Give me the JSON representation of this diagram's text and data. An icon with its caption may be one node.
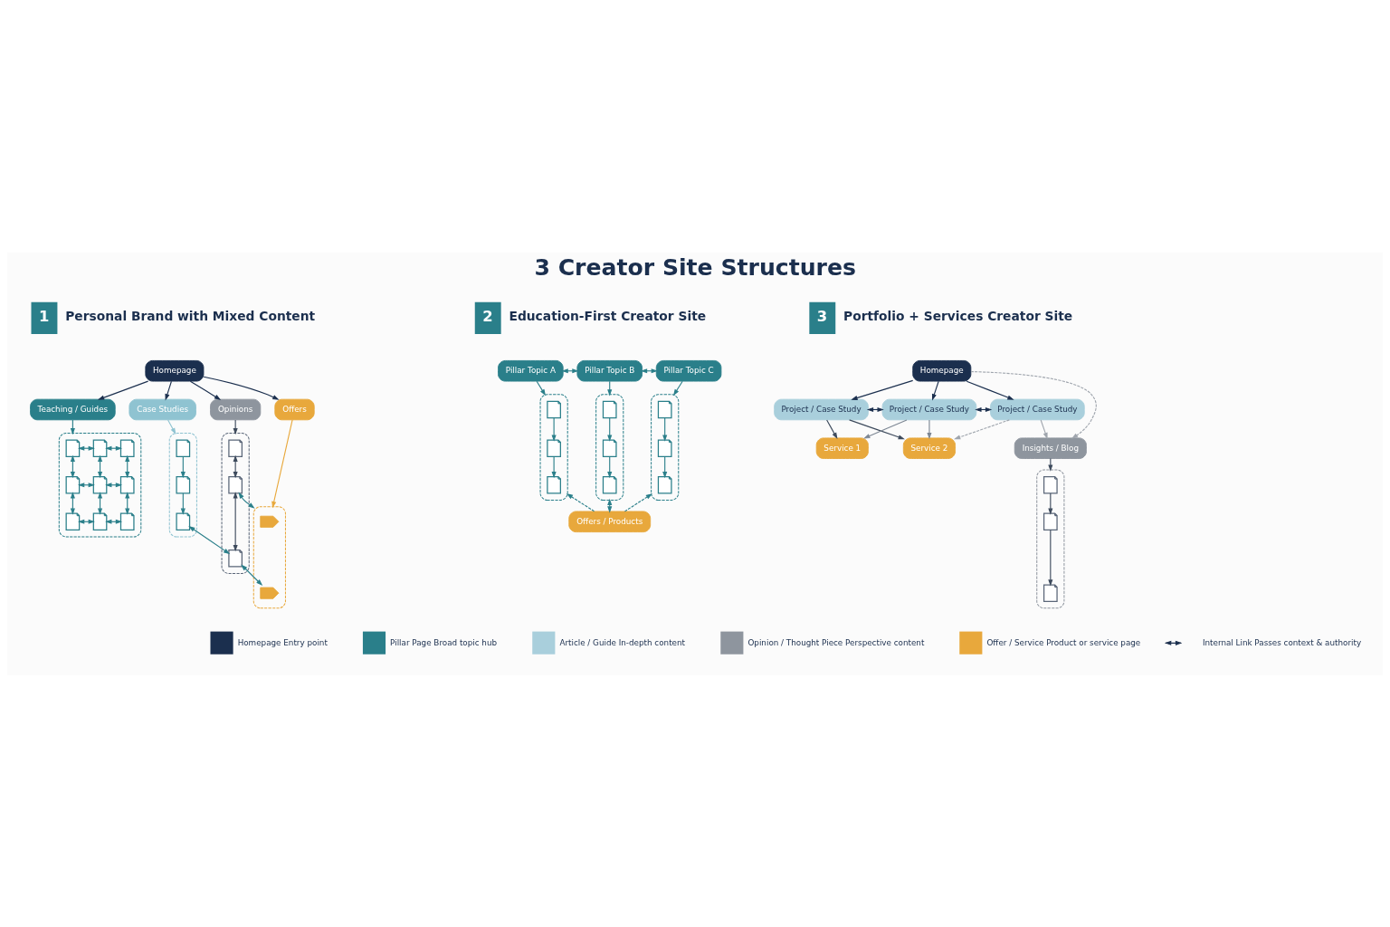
{
  "diagram": {
    "title": "3 Creator Site Structures",
    "nodes": [
      {
        "text": [
          "1"
        ],
        "beside": [
          "Personal Brand with Mixed Content"
        ]
      },
      {
        "text": [
          "Homepage"
        ]
      },
      {
        "text": [
          "Teaching / Guides"
        ]
      },
      {
        "text": [
          "Case Studies"
        ]
      },
      {
        "text": [
          "Opinions"
        ]
      },
      {
        "text": [
          "Offers"
        ]
      },
      {
        "text": [],
        "shape": "box"
      },
      {
        "text": [],
        "shape": "document",
        "in": 6
      },
      {
        "text": [],
        "shape": "document",
        "in": 6
      },
      {
        "text": [],
        "shape": "document",
        "in": 6
      },
      {
        "text": [],
        "shape": "document",
        "in": 6
      },
      {
        "text": [],
        "shape": "document",
        "in": 6
      },
      {
        "text": [],
        "shape": "document",
        "in": 6
      },
      {
        "text": [],
        "shape": "document",
        "in": 6
      },
      {
        "text": [],
        "shape": "document",
        "in": 6
      },
      {
        "text": [],
        "shape": "document",
        "in": 6
      },
      {
        "text": [],
        "shape": "box"
      },
      {
        "text": [],
        "shape": "document",
        "in": 16
      },
      {
        "text": [],
        "shape": "document",
        "in": 16
      },
      {
        "text": [],
        "shape": "document",
        "in": 16
      },
      {
        "text": [],
        "shape": "box"
      },
      {
        "text": [],
        "shape": "document",
        "in": 20
      },
      {
        "text": [],
        "shape": "document",
        "in": 20
      },
      {
        "text": [],
        "shape": "document",
        "in": 20
      },
      {
        "text": [],
        "shape": "box"
      },
      {
        "text": [],
        "shape": "tag",
        "in": 24
      },
      {
        "text": [],
        "shape": "tag",
        "in": 24
      },
      {
        "text": [
          "2"
        ],
        "beside": [
          "Education-First Creator Site"
        ]
      },
      {
        "text": [
          "Pillar Topic A"
        ]
      },
      {
        "text": [
          "Pillar Topic B"
        ]
      },
      {
        "text": [
          "Pillar Topic C"
        ]
      },
      {
        "text": [],
        "shape": "box"
      },
      {
        "text": [],
        "shape": "document",
        "in": 31
      },
      {
        "text": [],
        "shape": "document",
        "in": 31
      },
      {
        "text": [],
        "shape": "document",
        "in": 31
      },
      {
        "text": [],
        "shape": "box"
      },
      {
        "text": [],
        "shape": "document",
        "in": 35
      },
      {
        "text": [],
        "shape": "document",
        "in": 35
      },
      {
        "text": [],
        "shape": "document",
        "in": 35
      },
      {
        "text": [],
        "shape": "box"
      },
      {
        "text": [],
        "shape": "document",
        "in": 39
      },
      {
        "text": [],
        "shape": "document",
        "in": 39
      },
      {
        "text": [],
        "shape": "document",
        "in": 39
      },
      {
        "text": [
          "Offers / Products"
        ]
      },
      {
        "text": [
          "3"
        ],
        "beside": [
          "Portfolio + Services Creator Site"
        ]
      },
      {
        "text": [
          "Homepage"
        ]
      },
      {
        "text": [
          "Project / Case Study"
        ]
      },
      {
        "text": [
          "Project / Case Study"
        ]
      },
      {
        "text": [
          "Project / Case Study"
        ]
      },
      {
        "text": [
          "Insights / Blog"
        ]
      },
      {
        "text": [
          "Service 1"
        ]
      },
      {
        "text": [
          "Service 2"
        ]
      },
      {
        "text": [],
        "shape": "box"
      },
      {
        "text": [],
        "shape": "document",
        "in": 52
      },
      {
        "text": [],
        "shape": "document",
        "in": 52
      },
      {
        "text": [],
        "shape": "document",
        "in": 52
      }
    ],
    "edges": [
      {
        "from": 1,
        "to": 2,
        "arrow": "to",
        "color": "#1b2f4e"
      },
      {
        "from": 1,
        "to": 3,
        "arrow": "to",
        "color": "#1b2f4e"
      },
      {
        "from": 1,
        "to": 4,
        "arrow": "to",
        "color": "#1b2f4e"
      },
      {
        "from": 1,
        "to": 5,
        "arrow": "to",
        "color": "#1b2f4e"
      },
      {
        "from": 2,
        "to": 6,
        "arrow": "to"
      },
      {
        "from": 3,
        "to": 16,
        "arrow": "to",
        "color": "#8fc3d1"
      },
      {
        "from": 4,
        "to": 20,
        "arrow": "to",
        "color": "#3d4a5c"
      },
      {
        "from": 5,
        "to": 24,
        "arrow": "to",
        "color": "#e8a83c"
      },
      {
        "from": 7,
        "to": 8,
        "arrow": "both"
      },
      {
        "from": 8,
        "to": 9,
        "arrow": "both"
      },
      {
        "from": 10,
        "to": 11,
        "arrow": "both"
      },
      {
        "from": 11,
        "to": 12,
        "arrow": "both"
      },
      {
        "from": 13,
        "to": 14,
        "arrow": "both"
      },
      {
        "from": 14,
        "to": 15,
        "arrow": "both"
      },
      {
        "from": 7,
        "to": 10,
        "arrow": "both"
      },
      {
        "from": 8,
        "to": 11,
        "arrow": "both"
      },
      {
        "from": 9,
        "to": 12,
        "arrow": "both"
      },
      {
        "from": 10,
        "to": 13,
        "arrow": "both"
      },
      {
        "from": 11,
        "to": 14,
        "arrow": "both"
      },
      {
        "from": 12,
        "to": 15,
        "arrow": "both"
      },
      {
        "from": 17,
        "to": 18,
        "arrow": "to"
      },
      {
        "from": 18,
        "to": 19,
        "arrow": "to"
      },
      {
        "from": 21,
        "to": 22,
        "arrow": "both",
        "color": "#3d4a5c"
      },
      {
        "from": 22,
        "to": 23,
        "arrow": "both",
        "color": "#3d4a5c"
      },
      {
        "from": 19,
        "to": 23,
        "arrow": "both"
      },
      {
        "from": 22,
        "to": 24,
        "arrow": "both"
      },
      {
        "from": 23,
        "to": 26,
        "arrow": "both"
      },
      {
        "from": 28,
        "to": 29,
        "arrow": "both"
      },
      {
        "from": 29,
        "to": 30,
        "arrow": "both"
      },
      {
        "from": 28,
        "to": 31,
        "arrow": "to"
      },
      {
        "from": 29,
        "to": 35,
        "arrow": "to"
      },
      {
        "from": 30,
        "to": 39,
        "arrow": "to"
      },
      {
        "from": 32,
        "to": 33,
        "arrow": "to"
      },
      {
        "from": 33,
        "to": 34,
        "arrow": "to"
      },
      {
        "from": 36,
        "to": 37,
        "arrow": "to"
      },
      {
        "from": 37,
        "to": 38,
        "arrow": "to"
      },
      {
        "from": 40,
        "to": 41,
        "arrow": "to"
      },
      {
        "from": 41,
        "to": 42,
        "arrow": "to"
      },
      {
        "from": 43,
        "to": 31,
        "arrow": "to",
        "style": "dashed"
      },
      {
        "from": 35,
        "to": 43,
        "arrow": "both",
        "style": "dashed"
      },
      {
        "from": 43,
        "to": 39,
        "arrow": "to",
        "style": "dashed"
      },
      {
        "from": 45,
        "to": 46,
        "arrow": "to",
        "color": "#1b2f4e"
      },
      {
        "from": 45,
        "to": 47,
        "arrow": "to",
        "color": "#1b2f4e"
      },
      {
        "from": 45,
        "to": 48,
        "arrow": "to",
        "color": "#1b2f4e"
      },
      {
        "from": 46,
        "to": 47,
        "arrow": "both",
        "color": "#1b2f4e"
      },
      {
        "from": 47,
        "to": 48,
        "arrow": "both",
        "color": "#1b2f4e"
      },
      {
        "from": 45,
        "to": 49,
        "arrow": "to",
        "style": "dashed",
        "color": "#a0a6ae"
      },
      {
        "from": 46,
        "to": 50,
        "arrow": "to",
        "color": "#3d4a5c"
      },
      {
        "from": 46,
        "to": 51,
        "arrow": "to",
        "color": "#3d4a5c"
      },
      {
        "from": 47,
        "to": 50,
        "arrow": "to",
        "color": "#7d8794"
      },
      {
        "from": 47,
        "to": 51,
        "arrow": "to",
        "color": "#7d8794"
      },
      {
        "from": 48,
        "to": 51,
        "arrow": "to",
        "style": "dashed",
        "color": "#a0a6ae"
      },
      {
        "from": 48,
        "to": 49,
        "arrow": "to",
        "color": "#a0a6ae"
      },
      {
        "from": 49,
        "to": 52,
        "arrow": "to",
        "color": "#3d4a5c"
      },
      {
        "from": 53,
        "to": 54,
        "arrow": "to",
        "color": "#3d4a5c"
      },
      {
        "from": 54,
        "to": 55,
        "arrow": "to",
        "color": "#3d4a5c"
      }
    ],
    "legend": [
      {
        "text": "Homepage Entry point",
        "color": "#1b2f4e"
      },
      {
        "text": "Pillar Page Broad topic hub",
        "color": "#2a7f8a"
      },
      {
        "text": "Article / Guide In-depth content",
        "color": "#a9cfdc"
      },
      {
        "text": "Opinion / Thought Piece Perspective content",
        "color": "#8e959e"
      },
      {
        "text": "Offer / Service Product or service page",
        "color": "#e8a83c"
      },
      {
        "text": "Internal Link Passes context & authority"
      }
    ]
  }
}
